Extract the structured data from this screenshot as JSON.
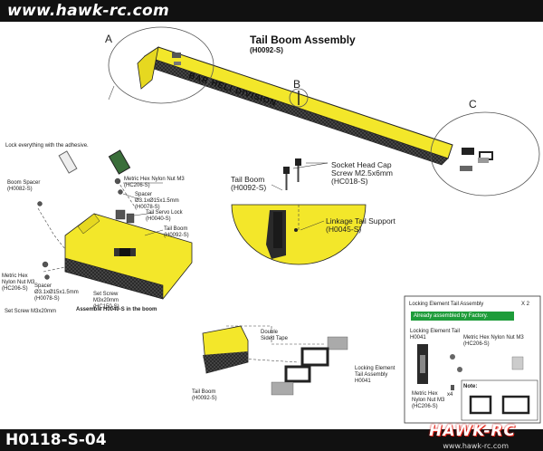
{
  "header": {
    "site": "www.hawk-rc.com"
  },
  "footer": {
    "part_number": "H0118-S-04",
    "logo_text": "HAWK-RC",
    "logo_url": "www.hawk-rc.com"
  },
  "diagram": {
    "title": "Tail Boom Assembly",
    "subtitle": "(H0092-S)",
    "detail_letters": [
      "A",
      "B",
      "C"
    ],
    "boom_print": "BAR HELI DIVISION",
    "adhesive_note": "Lock everything with the adhesive.",
    "left": {
      "boom_spacer": "Boom Spacer\n(H0082-S)",
      "nut_top": "Metric Hex Nylon Nut M3\n(HC206-S)",
      "spacer_top": "Spacer\nØ3.1xØ15x1.5mm\n(H0078-S)",
      "tail_servo_lock": "Tail Servo Lock\n(H0040-S)",
      "tail_boom": "Tail Boom\n(H0092-S)",
      "nut_left": "Metric Hex\nNylon Nut M3\n(HC206-S)",
      "spacer_bottom": "Spacer\nØ3.1xØ15x1.5mm\n(H0078-S)",
      "set_screw_label": "Set Screw\nM3x20mm\n(HC150-S)",
      "set_screw_note": "Set Screw M3x20mm",
      "assemble_note": "Assemble H0040-S in the boom"
    },
    "center": {
      "tail_boom": "Tail Boom\n(H0092-S)",
      "cap_screw": "Socket Head Cap\nScrew M2.5x6mm\n(HC018-S)",
      "linkage_support": "Linkage Tail Support\n(H0045-S)"
    },
    "bottom": {
      "double_sided_tape": "Double\nSided Tape",
      "tail_boom": "Tail Boom\n(H0092-S)",
      "locking_element": "Locking Element\nTail Assembly\nH0041"
    },
    "right": {
      "assembly_title": "Locking Element Tail Assembly",
      "quantity": "X 2",
      "factory_note": "Already assembled by Factory.",
      "locking_tail": "Locking Element Tail\nH0041",
      "nut_right": "Metric Hex Nylon Nut M3\n(HC206-S)",
      "nut_bottom": "Metric Hex\nNylon Nut M3\n(HC206-S)",
      "x4": "x4",
      "note_label": "Note:"
    }
  },
  "colors": {
    "boom_yellow": "#f3e72a",
    "carbon": "#2b2b2b",
    "banner": "#111111",
    "factory_green": "#1e9c3a"
  }
}
